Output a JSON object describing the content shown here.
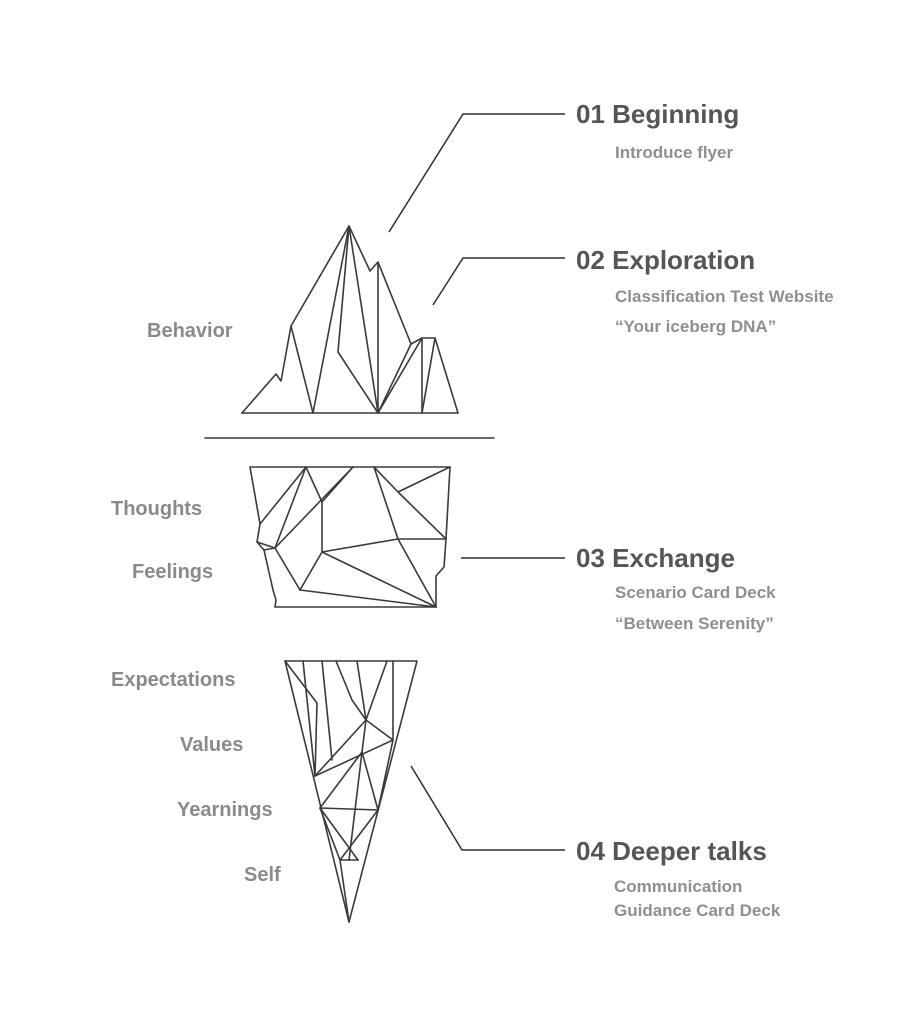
{
  "layers": [
    {
      "id": "behavior",
      "label": "Behavior"
    },
    {
      "id": "thoughts",
      "label": "Thoughts"
    },
    {
      "id": "feelings",
      "label": "Feelings"
    },
    {
      "id": "expectations",
      "label": "Expectations"
    },
    {
      "id": "values",
      "label": "Values"
    },
    {
      "id": "yearnings",
      "label": "Yearnings"
    },
    {
      "id": "self",
      "label": "Self"
    }
  ],
  "stages": [
    {
      "id": "beginning",
      "title": "01 Beginning",
      "lines": [
        "Introduce flyer"
      ]
    },
    {
      "id": "exploration",
      "title": "02 Exploration",
      "lines": [
        "Classification Test Website",
        "“Your iceberg DNA”"
      ]
    },
    {
      "id": "exchange",
      "title": "03 Exchange",
      "lines": [
        "Scenario Card Deck",
        "“Between Serenity”"
      ]
    },
    {
      "id": "deeper-talks",
      "title": "04 Deeper talks",
      "lines": [
        "Communication",
        "Guidance Card Deck"
      ]
    }
  ]
}
